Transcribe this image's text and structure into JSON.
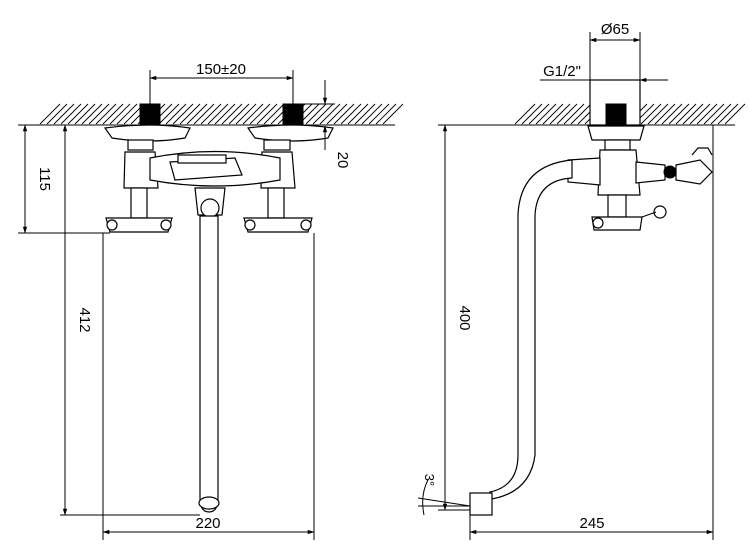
{
  "drawing": {
    "dimensions": {
      "center_distance": "150±20",
      "wall_offset": "20",
      "height_to_handles": "115",
      "total_height_front": "412",
      "spout_width_front": "220",
      "escutcheon_diameter": "Ø65",
      "thread": "G1/2\"",
      "side_height": "400",
      "spout_reach": "245",
      "angle": "3°"
    }
  }
}
